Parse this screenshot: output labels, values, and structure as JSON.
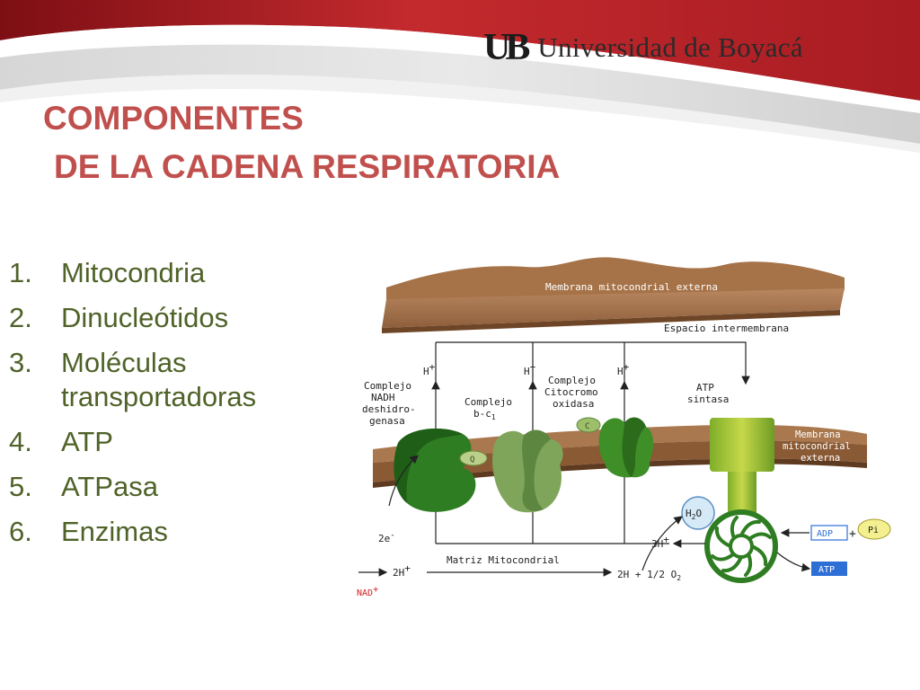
{
  "header": {
    "logo_mark": "UB",
    "university_name": "Universidad de Boyacá"
  },
  "title": {
    "line1": "COMPONENTES",
    "line2": "DE LA CADENA RESPIRATORIA"
  },
  "list": [
    {
      "number": "1.",
      "text": "Mitocondria"
    },
    {
      "number": "2.",
      "text": "Dinucleótidos"
    },
    {
      "number": "3.",
      "text": "Moléculas transportadoras"
    },
    {
      "number": "4.",
      "text": "ATP"
    },
    {
      "number": "5.",
      "text": "ATPasa"
    },
    {
      "number": "6.",
      "text": "Enzimas"
    }
  ],
  "diagram": {
    "outer_membrane": "Membrana mitocondrial externa",
    "intermembrane_space": "Espacio intermembrana",
    "h_plus": "H",
    "plus": "+",
    "complex_nadh": [
      "Complejo",
      "NADH",
      "deshidro-",
      "genasa"
    ],
    "complex_bc1": [
      "Complejo",
      "b-c"
    ],
    "bc1_subscript": "1",
    "complex_cyto": [
      "Complejo",
      "Citocromo",
      "oxidasa"
    ],
    "atp_synthase": [
      "ATP",
      "sintasa"
    ],
    "inner_membrane": [
      "Membrana",
      "mitocondrial",
      "externa"
    ],
    "q_label": "Q",
    "c_label": "C",
    "water": "H",
    "water_sub": "2",
    "water_o": "O",
    "electrons": "2e",
    "electrons_sup": "-",
    "three_h": "3H",
    "matrix": "Matriz Mitocondrial",
    "two_h": "2H",
    "oxygen_eq": "2H + 1/2 O",
    "oxygen_sub": "2",
    "nad": "NAD",
    "adp": "ADP",
    "pi": "Pi",
    "atp": "ATP"
  },
  "colors": {
    "title": "#c0504d",
    "list_text": "#4f6228",
    "banner_red": "#c0282d",
    "membrane_brown": "#a9784e",
    "complex_green": "#3b8a2c",
    "atp_box_blue": "#2e6fd6"
  }
}
